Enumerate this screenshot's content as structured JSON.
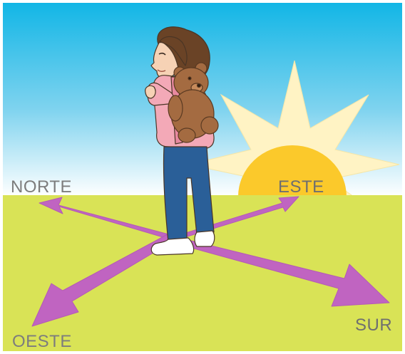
{
  "compass_labels": {
    "north": "NORTE",
    "east": "ESTE",
    "south": "SUR",
    "west": "OESTE"
  },
  "colors": {
    "sky_top": "#12b6e6",
    "sky_bottom": "#ffffff",
    "grass": "#d9e356",
    "sun_core": "#fbc92b",
    "sun_rays": "#fff3c4",
    "arrows": "#c064c1",
    "shirt": "#f3a9b7",
    "jeans": "#2a5f98",
    "bear": "#a46b41",
    "hair": "#6a4326",
    "sneakers": "#ffffff"
  },
  "icons": {
    "sun": "sun-icon",
    "girl": "girl-figure",
    "bear": "teddy-bear-icon"
  }
}
